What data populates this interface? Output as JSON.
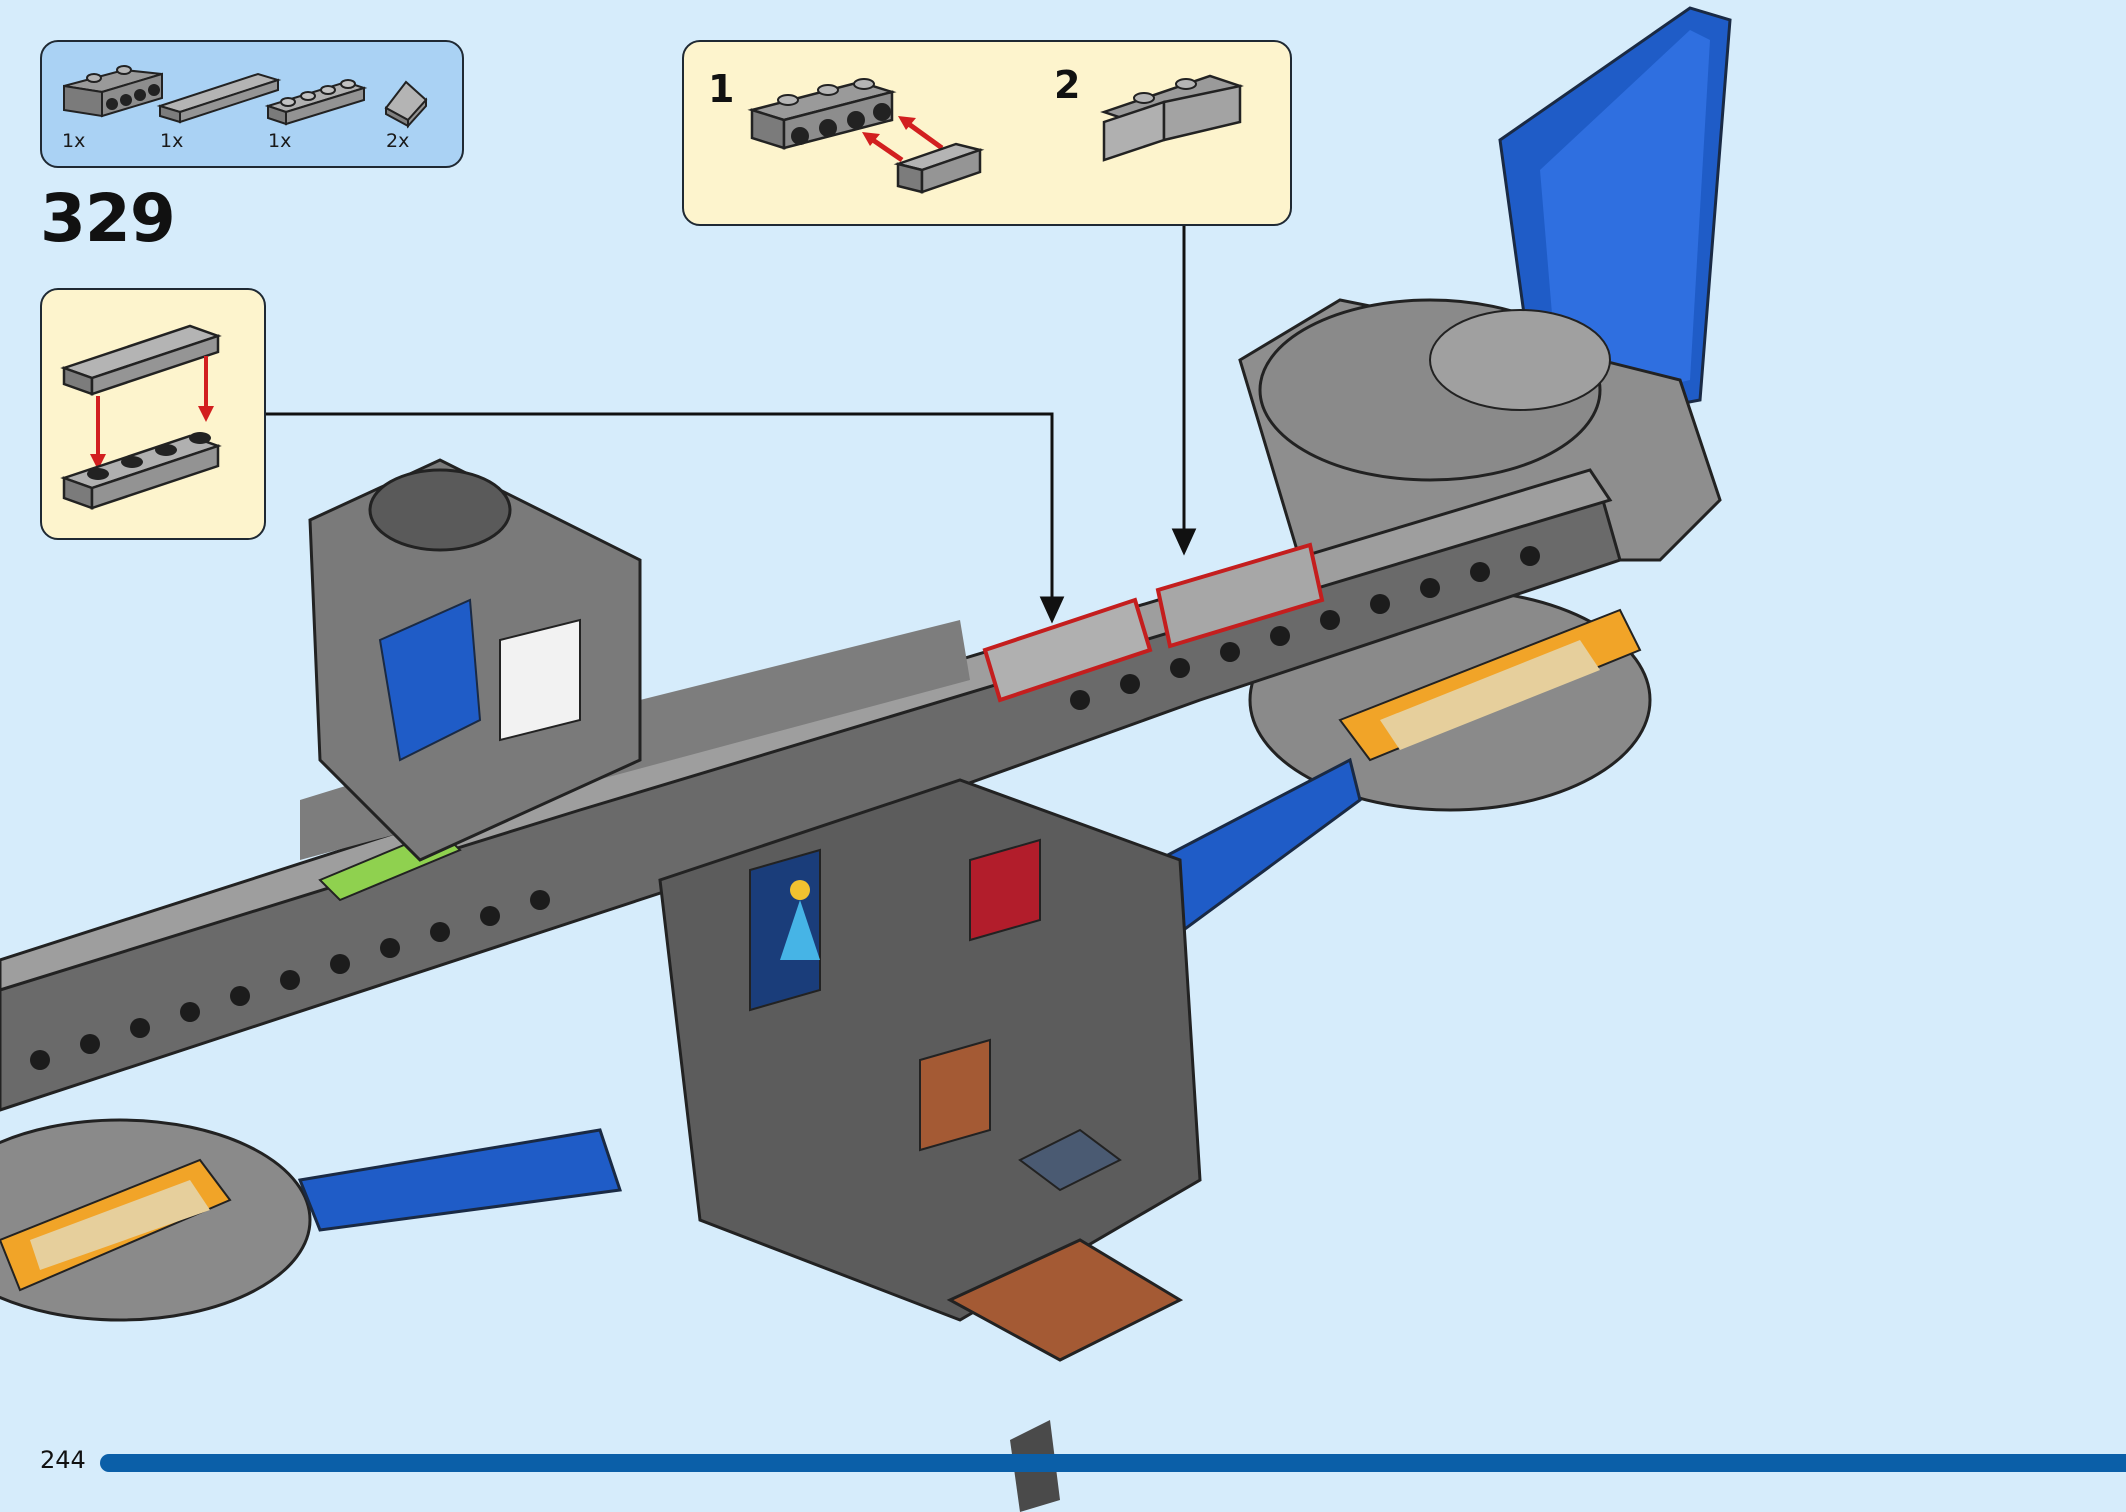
{
  "step": {
    "number": "329"
  },
  "page": {
    "number": "244"
  },
  "parts_list": [
    {
      "part": "plate-with-studs-on-side",
      "quantity": "1x"
    },
    {
      "part": "long-tile",
      "quantity": "1x"
    },
    {
      "part": "plate-1x4",
      "quantity": "1x"
    },
    {
      "part": "slope-tile",
      "quantity": "2x"
    }
  ],
  "sub_steps": [
    {
      "label": "1"
    },
    {
      "label": "2"
    }
  ],
  "colors": {
    "background": "#d6ecfb",
    "parts_panel": "#aad2f4",
    "callout_panel": "#fdf4cd",
    "page_bar": "#0b5fa8",
    "arrow": "#d21f1f",
    "highlight": "#c41e1e"
  }
}
